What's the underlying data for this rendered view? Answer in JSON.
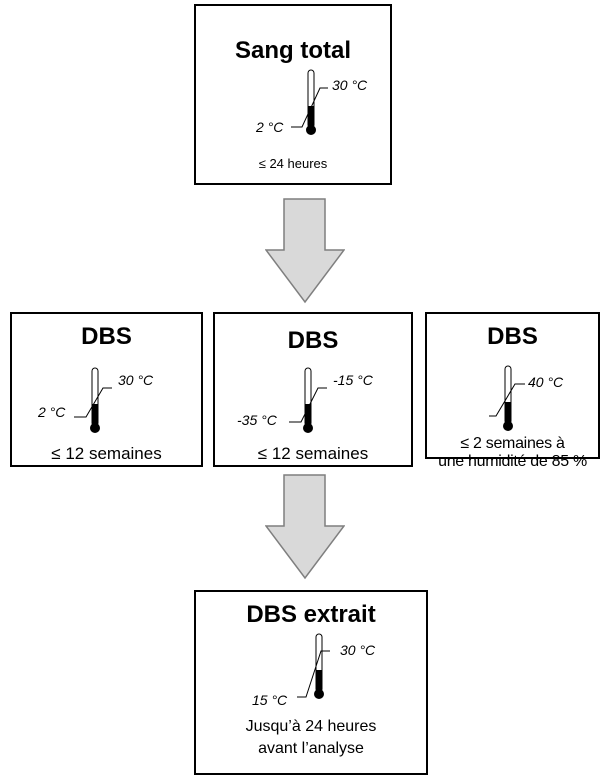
{
  "stages": {
    "top": {
      "title": "Sang total",
      "high_temp": "30 °C",
      "low_temp": "2 °C",
      "duration": "≤ 24 heures"
    },
    "dbs_a": {
      "title": "DBS",
      "high_temp": "30 °C",
      "low_temp": "2 °C",
      "duration": "≤ 12 semaines"
    },
    "dbs_b": {
      "title": "DBS",
      "high_temp": "-15 °C",
      "low_temp": "-35 °C",
      "duration": "≤ 12 semaines"
    },
    "dbs_c": {
      "title": "DBS",
      "high_temp": "40 °C",
      "duration_line1": "≤ 2 semaines à",
      "duration_line2": "une humidité de 85 %"
    },
    "bottom": {
      "title": "DBS extrait",
      "high_temp": "30 °C",
      "low_temp": "15 °C",
      "duration_line1": "Jusqu’à 24 heures",
      "duration_line2": "avant l’analyse"
    }
  },
  "colors": {
    "arrow_fill": "#d9d9d9",
    "arrow_stroke": "#7f7f7f",
    "border": "#000000",
    "thermometer_bulb": "#000000"
  },
  "icons": [
    "thermometer-icon",
    "down-arrow-icon"
  ]
}
